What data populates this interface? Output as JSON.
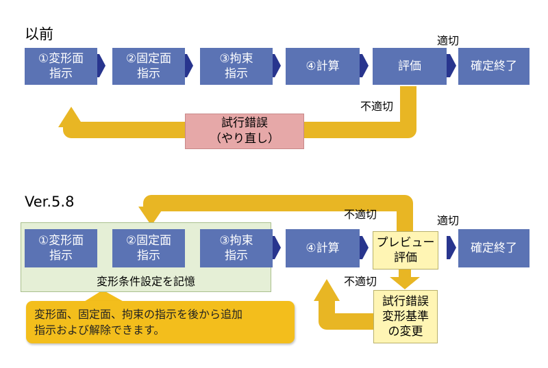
{
  "top": {
    "title": "以前",
    "steps": [
      {
        "line1": "①変形面",
        "line2": "指示"
      },
      {
        "line1": "②固定面",
        "line2": "指示"
      },
      {
        "line1": "③拘束",
        "line2": "指示"
      },
      {
        "line1": "④計算",
        "line2": ""
      },
      {
        "line1": "評価",
        "line2": ""
      },
      {
        "line1": "確定終了",
        "line2": ""
      }
    ],
    "ok_label": "適切",
    "ng_label": "不適切",
    "retry": {
      "line1": "試行錯誤",
      "line2": "（やり直し）"
    }
  },
  "bottom": {
    "title": "Ver.5.8",
    "steps": [
      {
        "line1": "①変形面",
        "line2": "指示"
      },
      {
        "line1": "②固定面",
        "line2": "指示"
      },
      {
        "line1": "③拘束",
        "line2": "指示"
      },
      {
        "line1": "④計算",
        "line2": ""
      },
      {
        "line1": "プレビュー",
        "line2": "評価"
      },
      {
        "line1": "確定終了",
        "line2": ""
      }
    ],
    "ok_label": "適切",
    "ng_label_top": "不適切",
    "ng_label_bottom": "不適切",
    "memory_label": "変形条件設定を記憶",
    "criteria": {
      "line1": "試行錯誤",
      "line2": "変形基準",
      "line3": "の変更"
    },
    "callout": {
      "line1": "変形面、固定面、拘束の指示を後から追加",
      "line2": "指示および解除できます。"
    }
  },
  "colors": {
    "step_blue": "#5b73b4",
    "connector_blue": "#28358e",
    "flow_yellow": "#e8b624",
    "retry_pink": "#e6a8a8",
    "memory_green": "#e5efd6",
    "preview_yellow": "#fff5b4",
    "callout_orange": "#f3be1c"
  }
}
